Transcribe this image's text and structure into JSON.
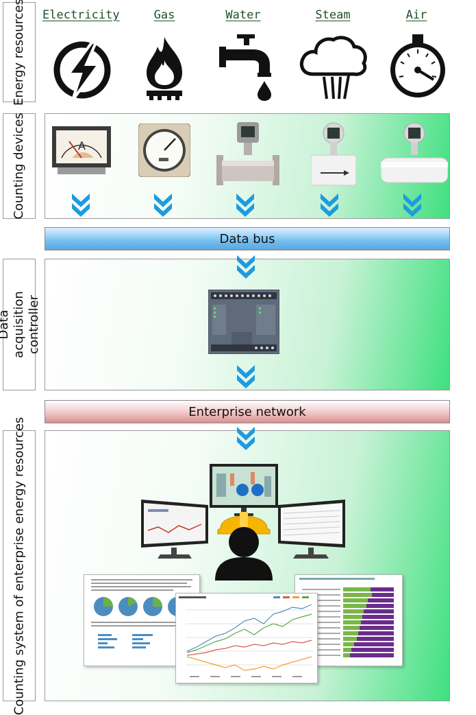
{
  "sections": {
    "energy_resources": "Energy resources",
    "counting_devices": "Counting devices",
    "data_acquisition": "Data acquisition controller",
    "counting_system": "Counting system of enterprise energy resources"
  },
  "resources": [
    {
      "label": "Electricity",
      "icon": "lightning-icon"
    },
    {
      "label": "Gas",
      "icon": "gas-flame-icon"
    },
    {
      "label": "Water",
      "icon": "faucet-icon"
    },
    {
      "label": "Steam",
      "icon": "steam-cloud-icon"
    },
    {
      "label": "Air",
      "icon": "pressure-gauge-icon"
    }
  ],
  "devices": [
    {
      "icon": "ammeter-icon"
    },
    {
      "icon": "gas-meter-icon"
    },
    {
      "icon": "water-flow-meter-icon"
    },
    {
      "icon": "steam-flow-meter-icon"
    },
    {
      "icon": "air-flow-meter-icon"
    }
  ],
  "buses": {
    "data_bus": "Data bus",
    "enterprise_network": "Enterprise network"
  },
  "meter_letter": "A",
  "colors": {
    "panel_green": "#3fe07f",
    "data_bus_blue": "#74bff0",
    "network_red": "#d78f8f",
    "arrow_blue": "#1e9be0",
    "helmet_yellow": "#f7b500"
  }
}
